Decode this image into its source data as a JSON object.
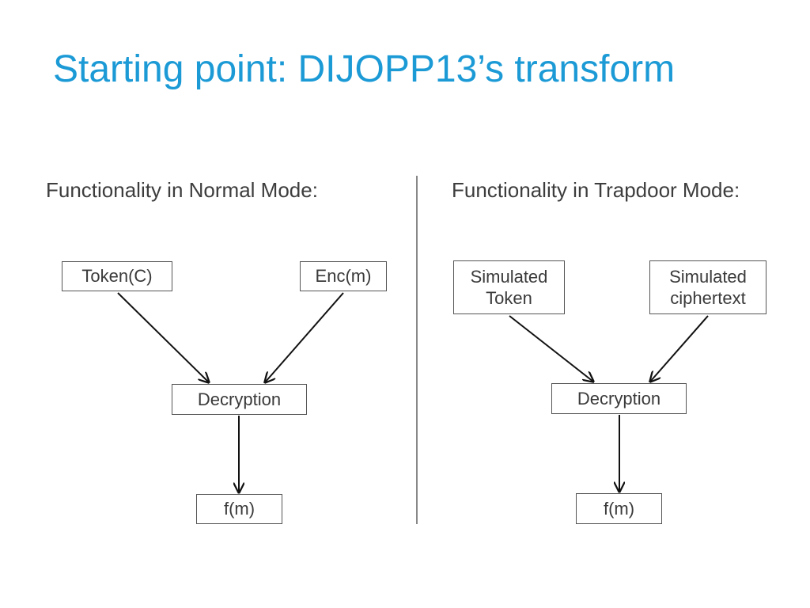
{
  "title": "Starting point: DIJOPP13’s transform",
  "normal_mode": {
    "heading": "Functionality in Normal Mode:",
    "token_box": "Token(C)",
    "enc_box": "Enc(m)",
    "decryption_box": "Decryption",
    "output_box": "f(m)"
  },
  "trapdoor_mode": {
    "heading": "Functionality in Trapdoor Mode:",
    "simulated_token_box": "Simulated\nToken",
    "simulated_ciphertext_box": "Simulated\nciphertext",
    "decryption_box": "Decryption",
    "output_box": "f(m)"
  }
}
